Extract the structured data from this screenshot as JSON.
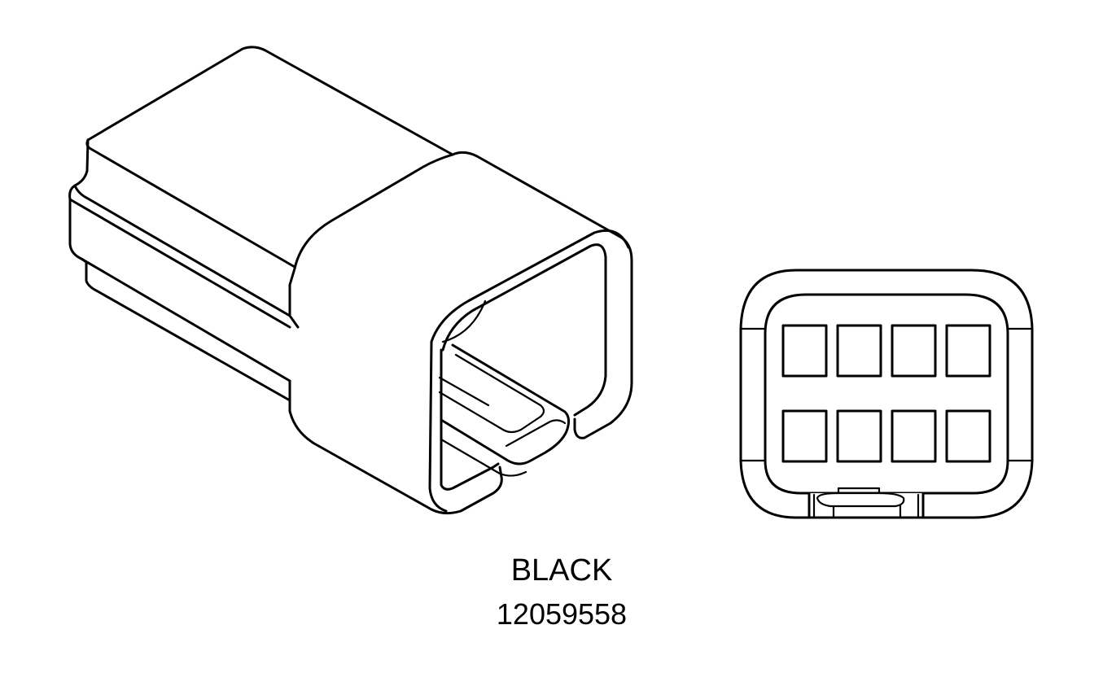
{
  "connector": {
    "color": "BLACK",
    "part_number": "12059558",
    "cavity_count": 8
  }
}
